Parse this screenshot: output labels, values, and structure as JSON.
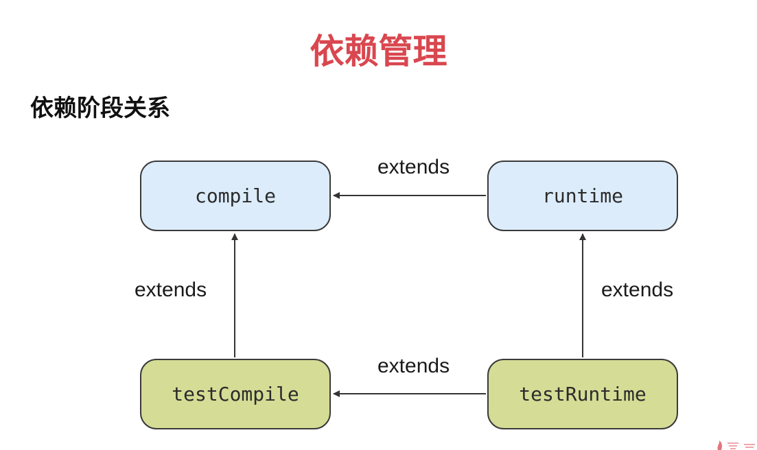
{
  "slide": {
    "title": "依赖管理",
    "section_heading": "依赖阶段关系"
  },
  "colors": {
    "title": "#d9474f",
    "runtime_node_fill": "#dcecfb",
    "test_node_fill": "#d5dc95",
    "node_border": "#3a3a3a",
    "arrow": "#333333"
  },
  "diagram": {
    "nodes": {
      "compile": "compile",
      "runtime": "runtime",
      "test_compile": "testCompile",
      "test_runtime": "testRuntime"
    },
    "edges": [
      {
        "from": "runtime",
        "to": "compile",
        "label": "extends"
      },
      {
        "from": "testCompile",
        "to": "compile",
        "label": "extends"
      },
      {
        "from": "testRuntime",
        "to": "runtime",
        "label": "extends"
      },
      {
        "from": "testRuntime",
        "to": "testCompile",
        "label": "extends"
      }
    ]
  },
  "watermark": {
    "icon": "logo-flame-icon"
  }
}
